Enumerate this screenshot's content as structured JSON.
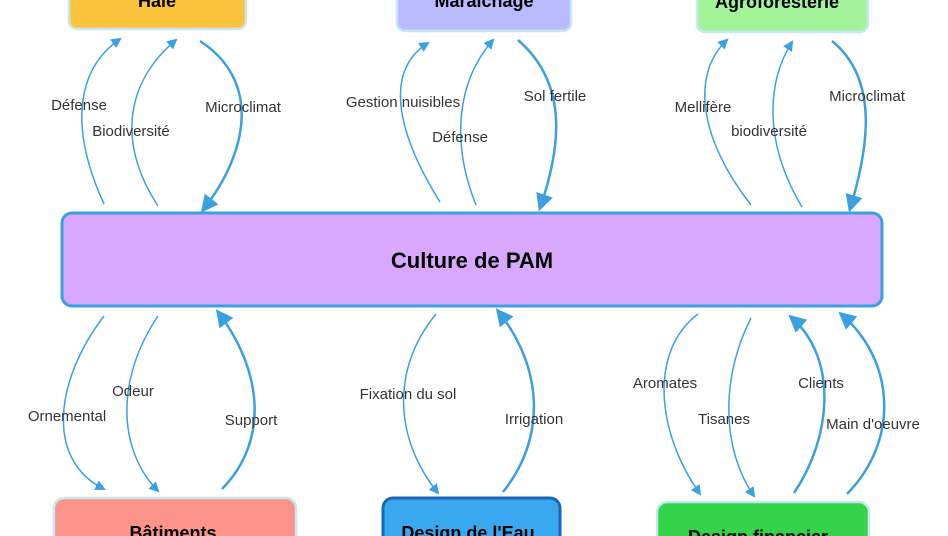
{
  "colors": {
    "edge": "#3aa0e0",
    "center_fill": "#d8a8ff",
    "center_stroke": "#3aa0e0"
  },
  "nodes": [
    {
      "id": "center",
      "label": "Culture de PAM",
      "fill": "#d8a8ff",
      "stroke": "#3aa0e0"
    },
    {
      "id": "haie",
      "label": "Haie",
      "fill": "#fcc33d",
      "stroke": "#c7e7f2"
    },
    {
      "id": "maraichage",
      "label": "Maraîchage",
      "fill": "#babafe",
      "stroke": "#c7e7f2"
    },
    {
      "id": "agroforesterie",
      "label": "Agroforesterie",
      "fill": "#a3f39b",
      "stroke": "#c7e7f2"
    },
    {
      "id": "batiments",
      "label": "Bâtiments",
      "fill": "#fb938a",
      "stroke": "#c7e7f2"
    },
    {
      "id": "eau",
      "label": "Design de l'Eau",
      "fill": "#3aa8f0",
      "stroke": "#1a66b0"
    },
    {
      "id": "financier",
      "label": "Design financier",
      "fill": "#34d44a",
      "stroke": "#c7e7f2"
    }
  ],
  "edges": [
    {
      "label": "Défense",
      "direction": "to-haie"
    },
    {
      "label": "Biodiversité",
      "direction": "to-haie"
    },
    {
      "label": "Microclimat",
      "direction": "to-center"
    },
    {
      "label": "Gestion nuisibles",
      "direction": "to-maraichage"
    },
    {
      "label": "Défense",
      "direction": "to-maraichage"
    },
    {
      "label": "Sol fertile",
      "direction": "to-center"
    },
    {
      "label": "Mellifère",
      "direction": "to-agroforesterie"
    },
    {
      "label": "biodiversité",
      "direction": "to-agroforesterie"
    },
    {
      "label": "Microclimat",
      "direction": "to-center"
    },
    {
      "label": "Ornemental",
      "direction": "to-batiments"
    },
    {
      "label": "Odeur",
      "direction": "to-batiments"
    },
    {
      "label": "Support",
      "direction": "to-center"
    },
    {
      "label": "Fixation du sol",
      "direction": "to-eau"
    },
    {
      "label": "Irrigation",
      "direction": "to-center"
    },
    {
      "label": "Aromates",
      "direction": "to-financier"
    },
    {
      "label": "Tisanes",
      "direction": "to-financier"
    },
    {
      "label": "Clients",
      "direction": "to-center"
    },
    {
      "label": "Main d'oeuvre",
      "direction": "to-center"
    }
  ]
}
